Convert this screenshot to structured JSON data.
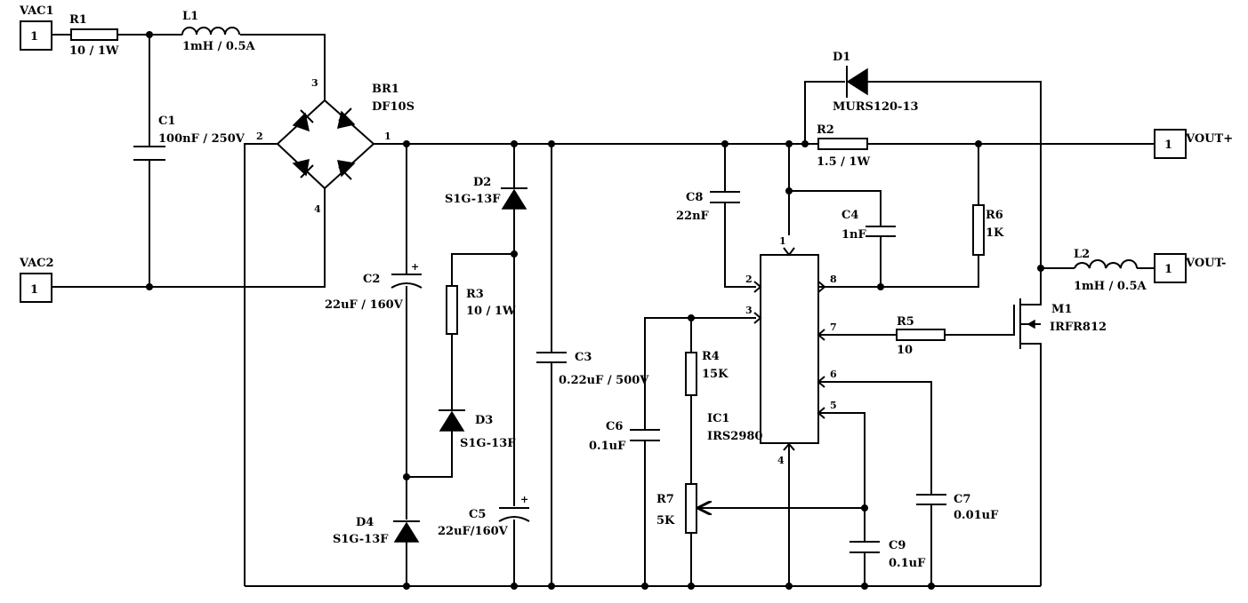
{
  "terminals": {
    "vac1": {
      "name": "VAC1",
      "pin": "1"
    },
    "vac2": {
      "name": "VAC2",
      "pin": "1"
    },
    "vout_plus": {
      "name": "VOUT+",
      "pin": "1"
    },
    "vout_minus": {
      "name": "VOUT-",
      "pin": "1"
    }
  },
  "components": {
    "r1": {
      "ref": "R1",
      "value": "10 / 1W"
    },
    "l1": {
      "ref": "L1",
      "value": "1mH / 0.5A"
    },
    "c1": {
      "ref": "C1",
      "value": "100nF / 250V"
    },
    "br1": {
      "ref": "BR1",
      "value": "DF10S",
      "pins": [
        "1",
        "2",
        "3",
        "4"
      ]
    },
    "c2": {
      "ref": "C2",
      "value": "22uF / 160V"
    },
    "d2": {
      "ref": "D2",
      "value": "S1G-13F"
    },
    "r3": {
      "ref": "R3",
      "value": "10 / 1W"
    },
    "d3": {
      "ref": "D3",
      "value": "S1G-13F"
    },
    "d4": {
      "ref": "D4",
      "value": "S1G-13F"
    },
    "c5": {
      "ref": "C5",
      "value": "22uF/160V"
    },
    "c3": {
      "ref": "C3",
      "value": "0.22uF / 500V"
    },
    "c8": {
      "ref": "C8",
      "value": "22nF"
    },
    "c6": {
      "ref": "C6",
      "value": "0.1uF"
    },
    "r4": {
      "ref": "R4",
      "value": "15K"
    },
    "r7": {
      "ref": "R7",
      "value": "5K"
    },
    "ic1": {
      "ref": "IC1",
      "value": "IRS2980",
      "pins": [
        "1",
        "2",
        "3",
        "4",
        "5",
        "6",
        "7",
        "8"
      ]
    },
    "d1": {
      "ref": "D1",
      "value": "MURS120-13"
    },
    "r2": {
      "ref": "R2",
      "value": "1.5 / 1W"
    },
    "c4": {
      "ref": "C4",
      "value": "1nF"
    },
    "r6": {
      "ref": "R6",
      "value": "1K"
    },
    "r5": {
      "ref": "R5",
      "value": "10"
    },
    "m1": {
      "ref": "M1",
      "value": "IRFR812"
    },
    "l2": {
      "ref": "L2",
      "value": "1mH / 0.5A"
    },
    "c7": {
      "ref": "C7",
      "value": "0.01uF"
    },
    "c9": {
      "ref": "C9",
      "value": "0.1uF"
    }
  },
  "polarity_plus": "+"
}
